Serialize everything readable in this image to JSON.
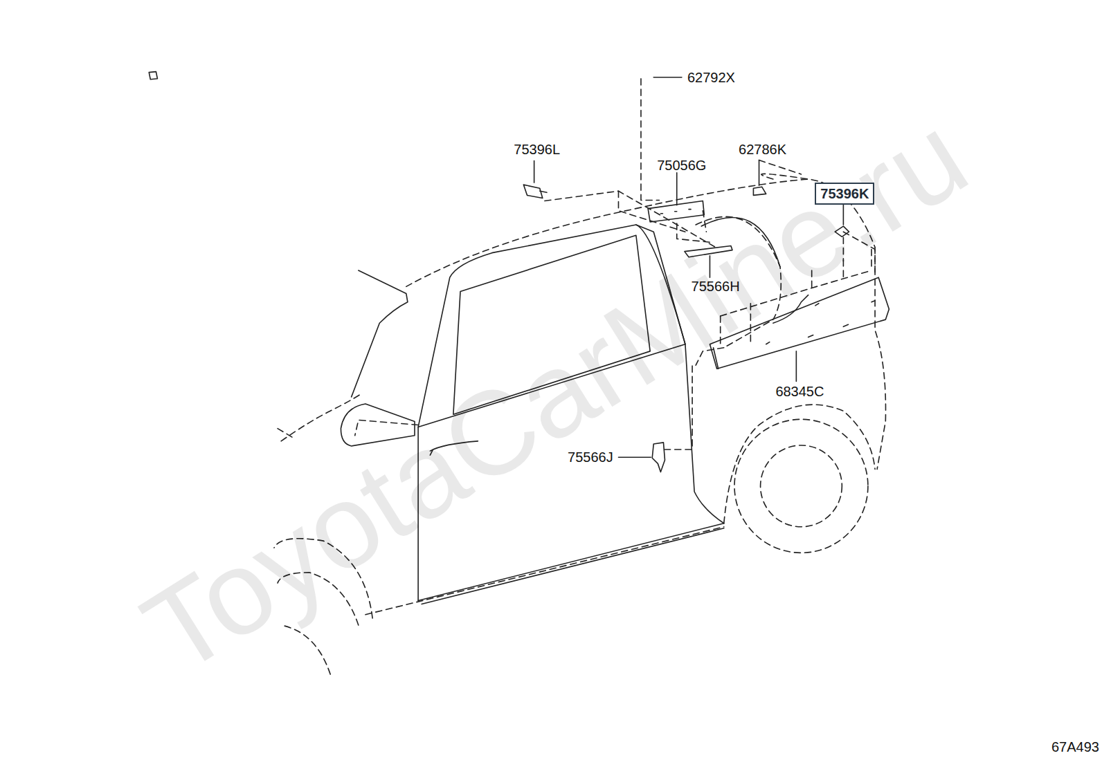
{
  "diagram": {
    "nodes": [
      {
        "text": [
          "75396K"
        ]
      }
    ],
    "labels": [
      "62792X",
      "75396L",
      "75056G",
      "62786K",
      "75566H",
      "68345C",
      "75566J",
      "ToyotaCarMine.ru",
      "67A493"
    ]
  }
}
